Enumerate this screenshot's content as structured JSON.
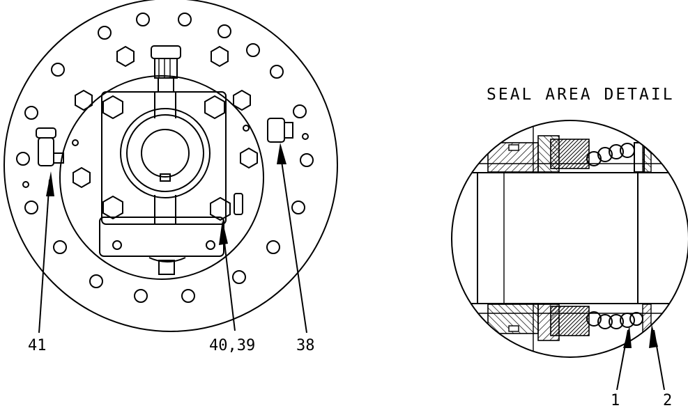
{
  "detail_title": "SEAL AREA DETAIL",
  "callouts": {
    "c41": "41",
    "c4039": "40,39",
    "c38": "38",
    "c1": "1",
    "c2": "2"
  }
}
